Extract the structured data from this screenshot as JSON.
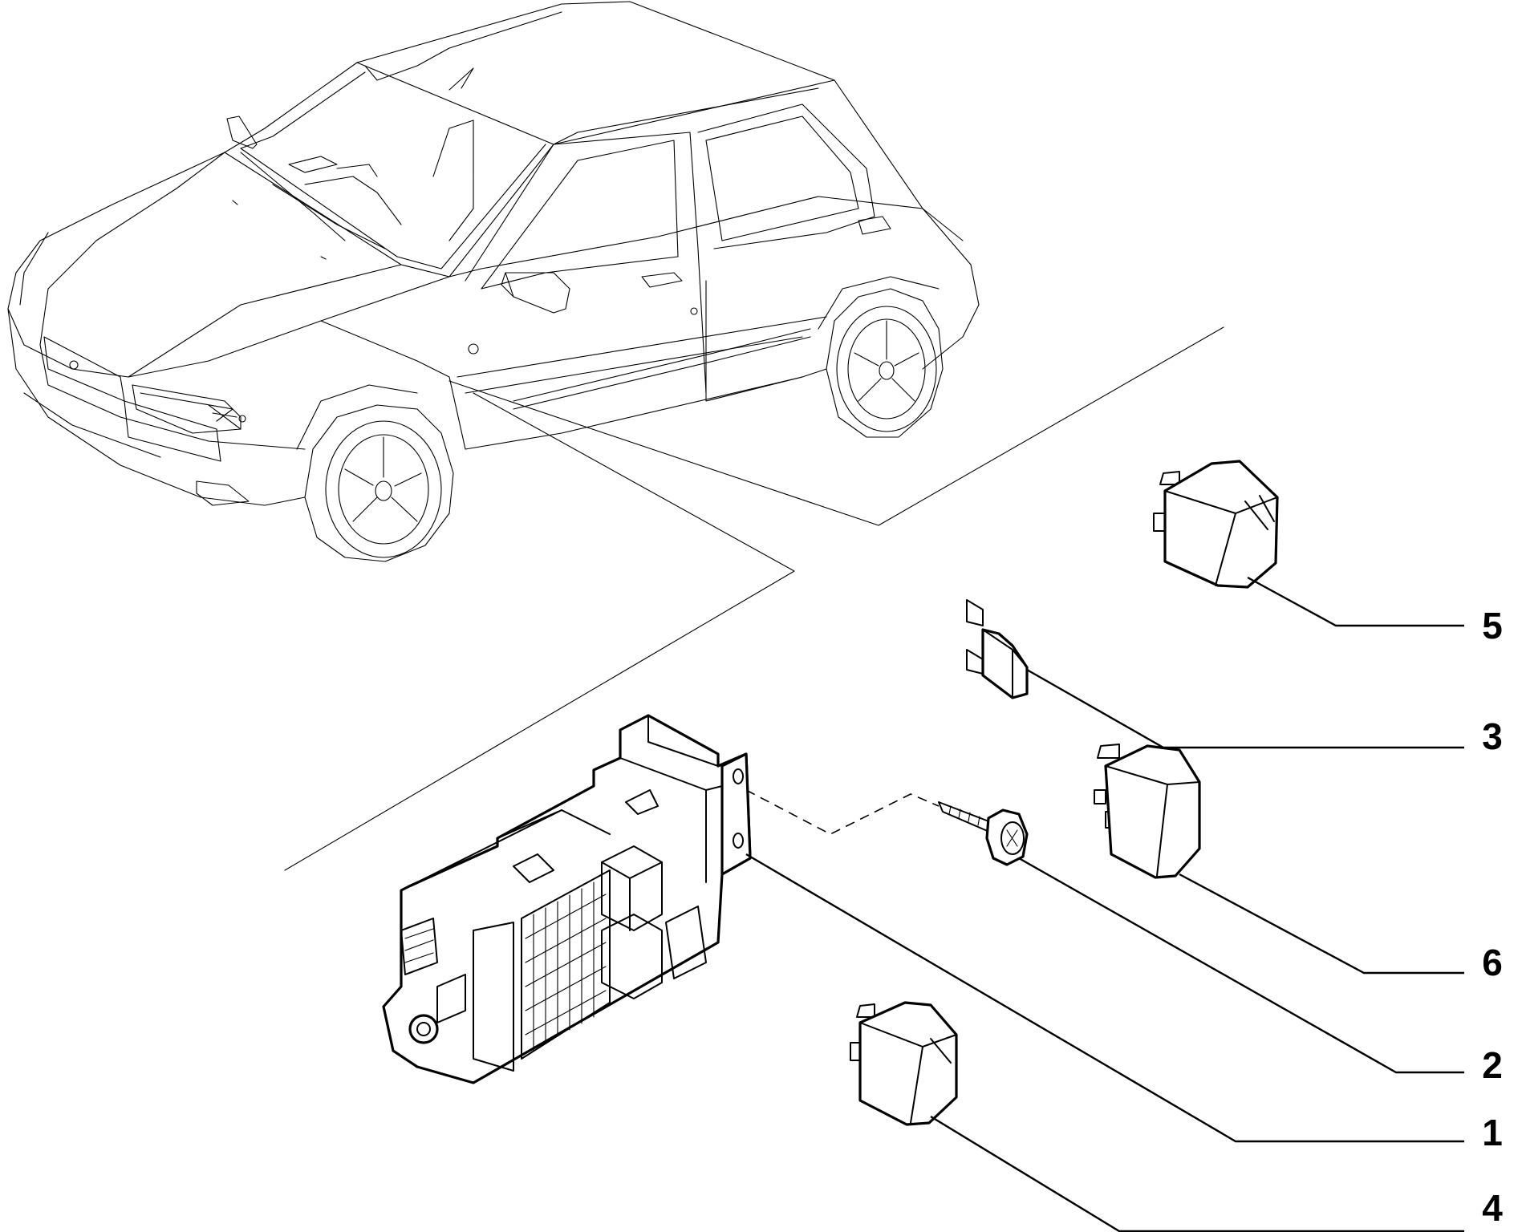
{
  "parts": [
    {
      "callout": "5",
      "name": "relay-large-top"
    },
    {
      "callout": "3",
      "name": "blade-fuse"
    },
    {
      "callout": "6",
      "name": "relay-small"
    },
    {
      "callout": "2",
      "name": "mounting-screw"
    },
    {
      "callout": "1",
      "name": "fuse-relay-box"
    },
    {
      "callout": "4",
      "name": "relay-large-bottom"
    }
  ]
}
